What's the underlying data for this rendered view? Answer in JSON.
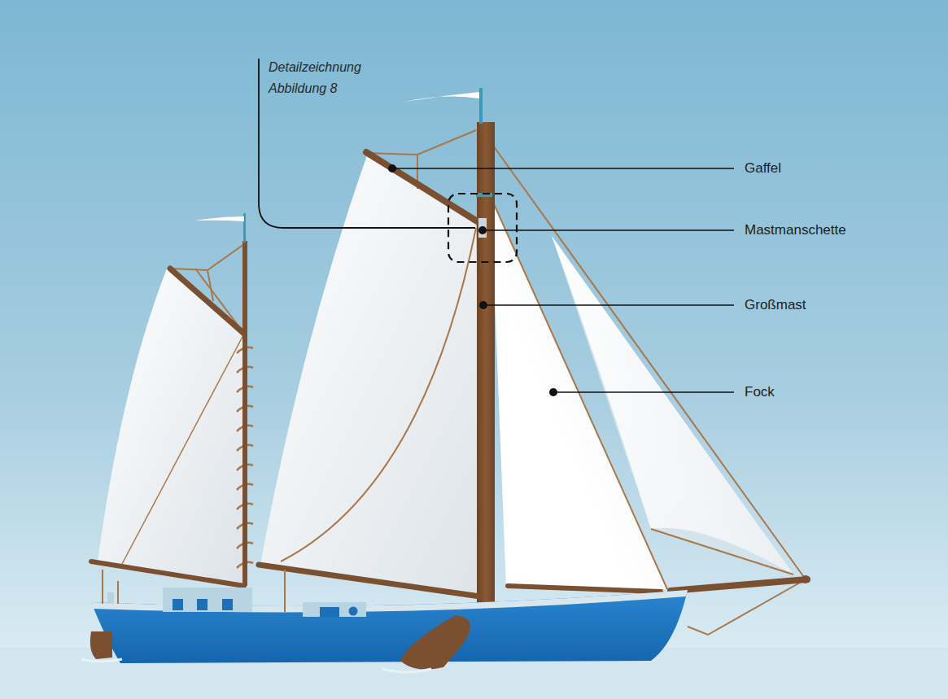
{
  "diagram": {
    "labels": [
      "Detailzeichnung Abbildung 8",
      "Gaffel",
      "Mastmanschette",
      "Großmast",
      "Fock"
    ]
  }
}
